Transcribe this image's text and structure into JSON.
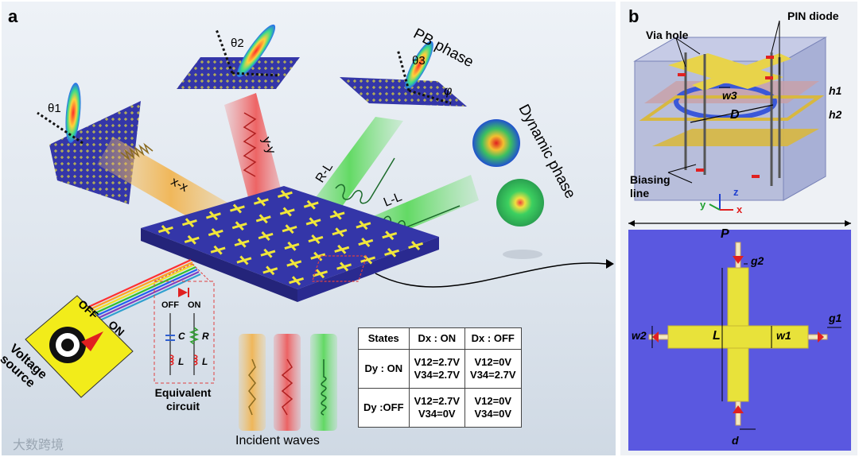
{
  "panel_a": {
    "label": "a",
    "beam_labels": {
      "xx": "x-x",
      "yy": "y-y",
      "rl": "R-L",
      "ll": "L-L"
    },
    "angles": {
      "t1": "θ1",
      "t2": "θ2",
      "t3": "θ3",
      "phi": "φ"
    },
    "pb_phase": "PB phase",
    "dynamic_phase": "Dynamic phase",
    "voltage_source": [
      "Voltage",
      "source"
    ],
    "switch_off": "OFF",
    "switch_on": "ON",
    "circuit": {
      "off": "OFF",
      "on": "ON",
      "c": "C",
      "r": "R",
      "l1": "L",
      "l2": "L",
      "caption": [
        "Equivalent",
        "circuit"
      ]
    },
    "incident_waves": "Incident waves",
    "states_table": {
      "header": [
        "States",
        "Dx : ON",
        "Dx : OFF"
      ],
      "rows": [
        {
          "label": "Dy : ON",
          "cells": [
            [
              "V12=2.7V",
              "V34=2.7V"
            ],
            [
              "V12=0V",
              "V34=2.7V"
            ]
          ]
        },
        {
          "label": "Dy :OFF",
          "cells": [
            [
              "V12=2.7V",
              "V34=0V"
            ],
            [
              "V12=0V",
              "V34=0V"
            ]
          ]
        }
      ]
    },
    "watermark": "大数跨境"
  },
  "panel_b": {
    "label": "b",
    "via_hole": "Via hole",
    "pin_diode": "PIN diode",
    "w3": "w3",
    "D": "D",
    "h1": "h1",
    "h2": "h2",
    "biasing_line": [
      "Biasing",
      "line"
    ],
    "axes": {
      "x": "x",
      "y": "y",
      "z": "z"
    },
    "P": "P",
    "g2": "g2",
    "g1": "g1",
    "w1": "w1",
    "w2": "w2",
    "L": "L",
    "d": "d"
  },
  "colors": {
    "metasurface": "#3a3ab8",
    "cross": "#e8e23a",
    "beam_orange": "#f2b24a",
    "beam_red": "#ee5555",
    "beam_green": "#55d855",
    "source_yellow": "#f2ec1a"
  }
}
